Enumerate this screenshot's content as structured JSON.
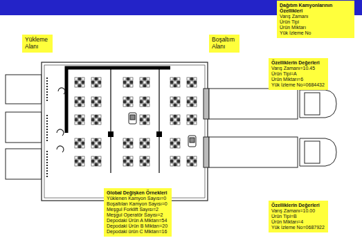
{
  "diagram": {
    "nodes": [
      {
        "text": [
          "Dağıtım Kamyonlarının Özellikleri",
          "Varış Zamanı",
          "Ürün Tipi",
          "Ürün Miktarı",
          "Yük İzleme No"
        ]
      },
      {
        "text": [
          "Yükleme Alanı"
        ]
      },
      {
        "text": [
          "Boşaltım Alanı"
        ]
      },
      {
        "text": [
          "Özelliklerin Değerleri",
          "Varış Zamanı=10.45",
          "Ürün Tipi=A",
          "Ürün Miktarı=6",
          "Yük İzleme No=0684432"
        ]
      },
      {
        "text": [
          "Özelliklerin Değerleri",
          "Varış Zamanı=10.00",
          "Ürün Tipi=B",
          "Ürün Miktarı=4",
          "Yük İzleme No=0687922"
        ]
      },
      {
        "text": [
          "Global Değişken Örnekleri",
          "Yüklenen Kamyon Sayısı=0",
          "Boşaltılan Kamyon Sayısı=0",
          "Meşgul Forklift Sayısı=2",
          "Meşgul Operatör Sayısı=2",
          "Depodaki Ürün A Miktarı=54",
          "Depodaki Ürün B Miktarı=20",
          "Depodaki ürün C Miktarı=16"
        ]
      }
    ]
  }
}
